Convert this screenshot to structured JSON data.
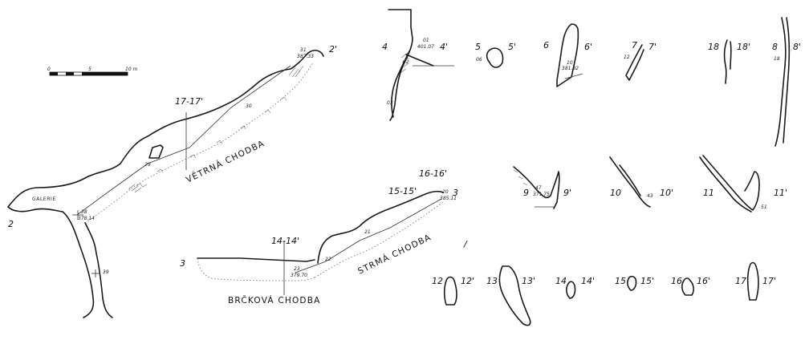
{
  "scale_bar": {
    "ticks": [
      "0",
      "5",
      "10 m"
    ]
  },
  "passages": {
    "vetrna": "VĚTRNÁ  CHODBA",
    "strma": "STRMÁ  CHODBA",
    "brckova": "BRČKOVÁ  CHODBA",
    "galerie": "GALERIE"
  },
  "stations": {
    "s31": "31",
    "s31e": "387.33",
    "s30": "30",
    "s29": "29",
    "s38": "38",
    "s38e": "378.14",
    "s39": "39",
    "s20": "20",
    "s20e": "385.11",
    "s21": "21",
    "s22": "22",
    "s23": "23",
    "s23e": "379.70",
    "s01": "01",
    "s01e": "401.07",
    "s02": "02",
    "s03": "03",
    "s06": "06",
    "s10": "10",
    "s10e": "381.92",
    "s12": "12",
    "s18": "18",
    "s47": "47",
    "s47e": "371.75",
    "s43": "43",
    "s51": "51"
  },
  "section_labels": {
    "p2": "2'",
    "p2a": "2",
    "p3a": "3",
    "p3b": "3",
    "l17": "17-17'",
    "l1515": "15-15'",
    "l1616": "16-16'",
    "l1414": "14-14'",
    "c4a": "4",
    "c4b": "4'",
    "c5a": "5",
    "c5b": "5'",
    "c6a": "6",
    "c6b": "6'",
    "c7a": "7",
    "c7b": "7'",
    "c18a": "18",
    "c18b": "18'",
    "c8a": "8",
    "c8b": "8'",
    "c9a": "9",
    "c9b": "9'",
    "c10a": "10",
    "c10b": "10'",
    "c11a": "11",
    "c11b": "11'",
    "c12a": "12",
    "c12b": "12'",
    "c13a": "13",
    "c13b": "13'",
    "c14a": "14",
    "c14b": "14'",
    "c15a": "15",
    "c15b": "15'",
    "c16a": "16",
    "c16b": "16'",
    "c17a": "17",
    "c17b": "17'"
  }
}
